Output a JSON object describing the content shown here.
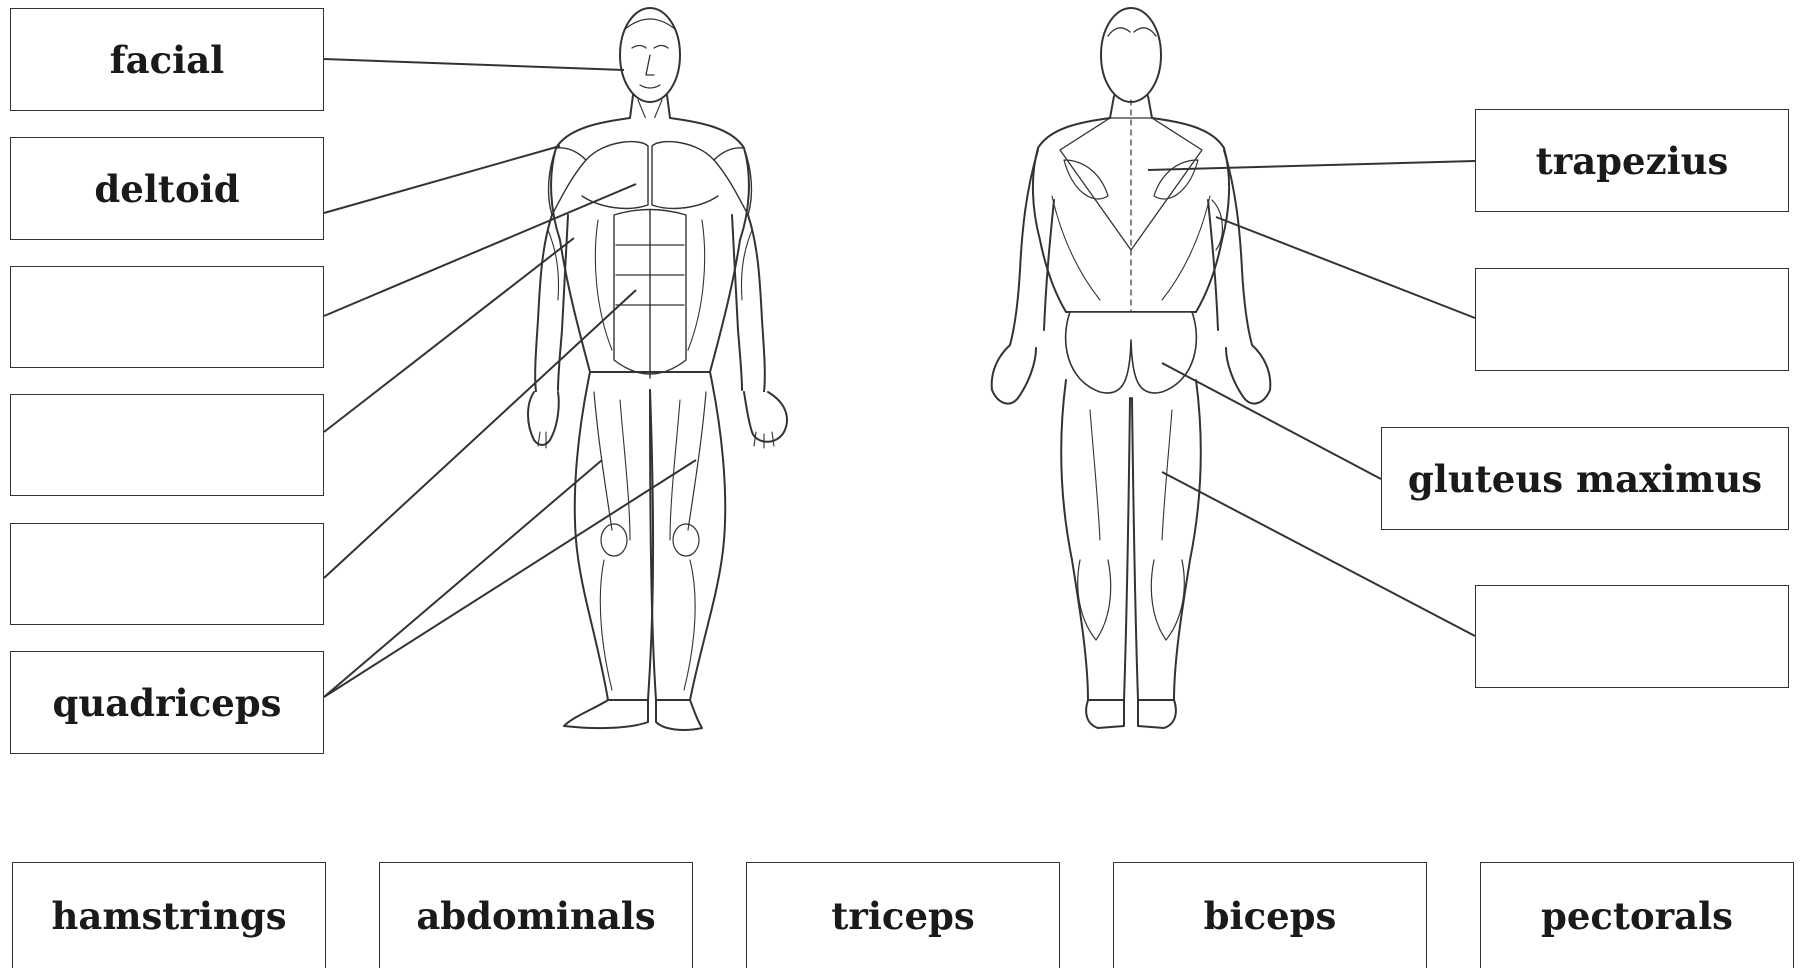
{
  "left_labels": [
    "facial",
    "deltoid",
    "",
    "",
    "",
    "quadriceps"
  ],
  "right_labels": [
    "trapezius",
    "",
    "gluteus maximus",
    ""
  ],
  "word_bank": [
    "hamstrings",
    "abdominals",
    "triceps",
    "biceps",
    "pectorals"
  ],
  "figures": [
    {
      "view": "front",
      "icon": "human-muscles-front-icon"
    },
    {
      "view": "back",
      "icon": "human-muscles-back-icon"
    }
  ],
  "colors": {
    "line": "#333333",
    "box_border": "#333333",
    "text": "#1a1a1a"
  }
}
